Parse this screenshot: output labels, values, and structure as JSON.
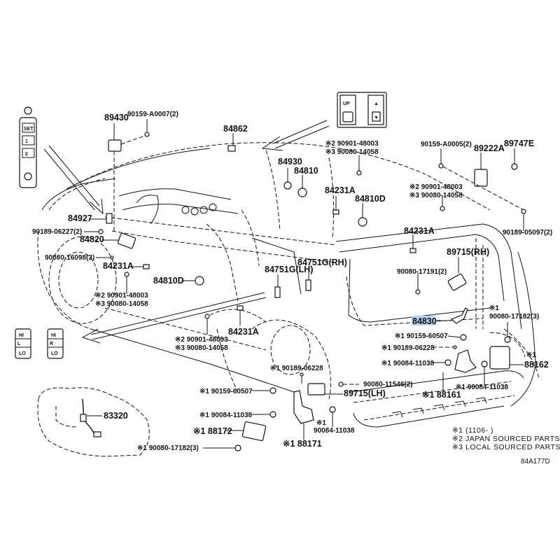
{
  "diagram": {
    "code": "84A177D",
    "highlighted_part": "84830",
    "legend": [
      "※1 (1106-      )",
      "※2 JAPAN SOURCED PARTS",
      "※3 LOCAL SOURCED PARTS"
    ],
    "switch_insets": {
      "memory_switch": [
        "SET",
        "1",
        "2"
      ],
      "tilt_switch": [
        "UP",
        "▲",
        "▼"
      ],
      "seat_heater_left": [
        "HI",
        "L",
        "LO"
      ],
      "seat_heater_right": [
        "HI",
        "R",
        "LO"
      ]
    },
    "labels": {
      "p89430": "89430",
      "p90159_A0007": "90159-A0007(2)",
      "p84862": "84862",
      "p2_90901_a": "※2 90901-48003",
      "p3_90080_a": "※3 90080-14058",
      "p84930": "84930",
      "p84810": "84810",
      "p84231A_a": "84231A",
      "p84810D_a": "84810D",
      "p90159_A0005": "90159-A0005(2)",
      "p89222A": "89222A",
      "p89747E": "89747E",
      "p2_90901_b": "※2 90901-48003",
      "p3_90080_b": "※3 90080-14058",
      "p90189_05097": "90189-05097(2)",
      "p84927": "84927",
      "p90189_06227": "90189-06227(2)",
      "p84820": "84820",
      "p90080_16098": "90080-16098(3)",
      "p84231A_b": "84231A",
      "p84810D_b": "84810D",
      "p2_90901_c": "※2 90901-48003",
      "p3_90080_c": "※3 90080-14058",
      "p84231A_c": "84231A",
      "p89715_RH": "89715(RH)",
      "p90080_17191": "90080-17191(2)",
      "p84751G_RH": "84751G(RH)",
      "p84751G_LH": "84751G(LH)",
      "p84231A_d": "84231A",
      "p2_90901_d": "※2 90901-48003",
      "p3_90080_d": "※3 90080-14058",
      "p84830": "84830",
      "p1_mark_a": "※1",
      "p90080_17182_a": "90080-17182(3)",
      "p1_90159_60507_a": "※1 90159-60507",
      "p1_90189_06228_a": "※1 90189-06228",
      "p1_90084_11038_a": "※1 90084-11038",
      "p1_mark_b": "※1",
      "p88162": "88162",
      "p1_90084_11038_b": "※1 90084-11038",
      "p1_88161": "※1 88161",
      "p1_90189_06228_b": "※1 90189-06228",
      "p90080_11546": "90080-11546(2)",
      "p1_90159_60507_b": "※1 90159-60507",
      "p89715_LH": "89715(LH)",
      "p1_90084_11038_c": "※1 90084-11038",
      "p1_mark_c": "※1",
      "p90084_11038_d": "90084-11038",
      "p1_88172": "※1 88172",
      "p1_90080_17182_b": "※1 90080-17182(3)",
      "p1_88171": "※1 88171",
      "p83320": "83320"
    }
  }
}
